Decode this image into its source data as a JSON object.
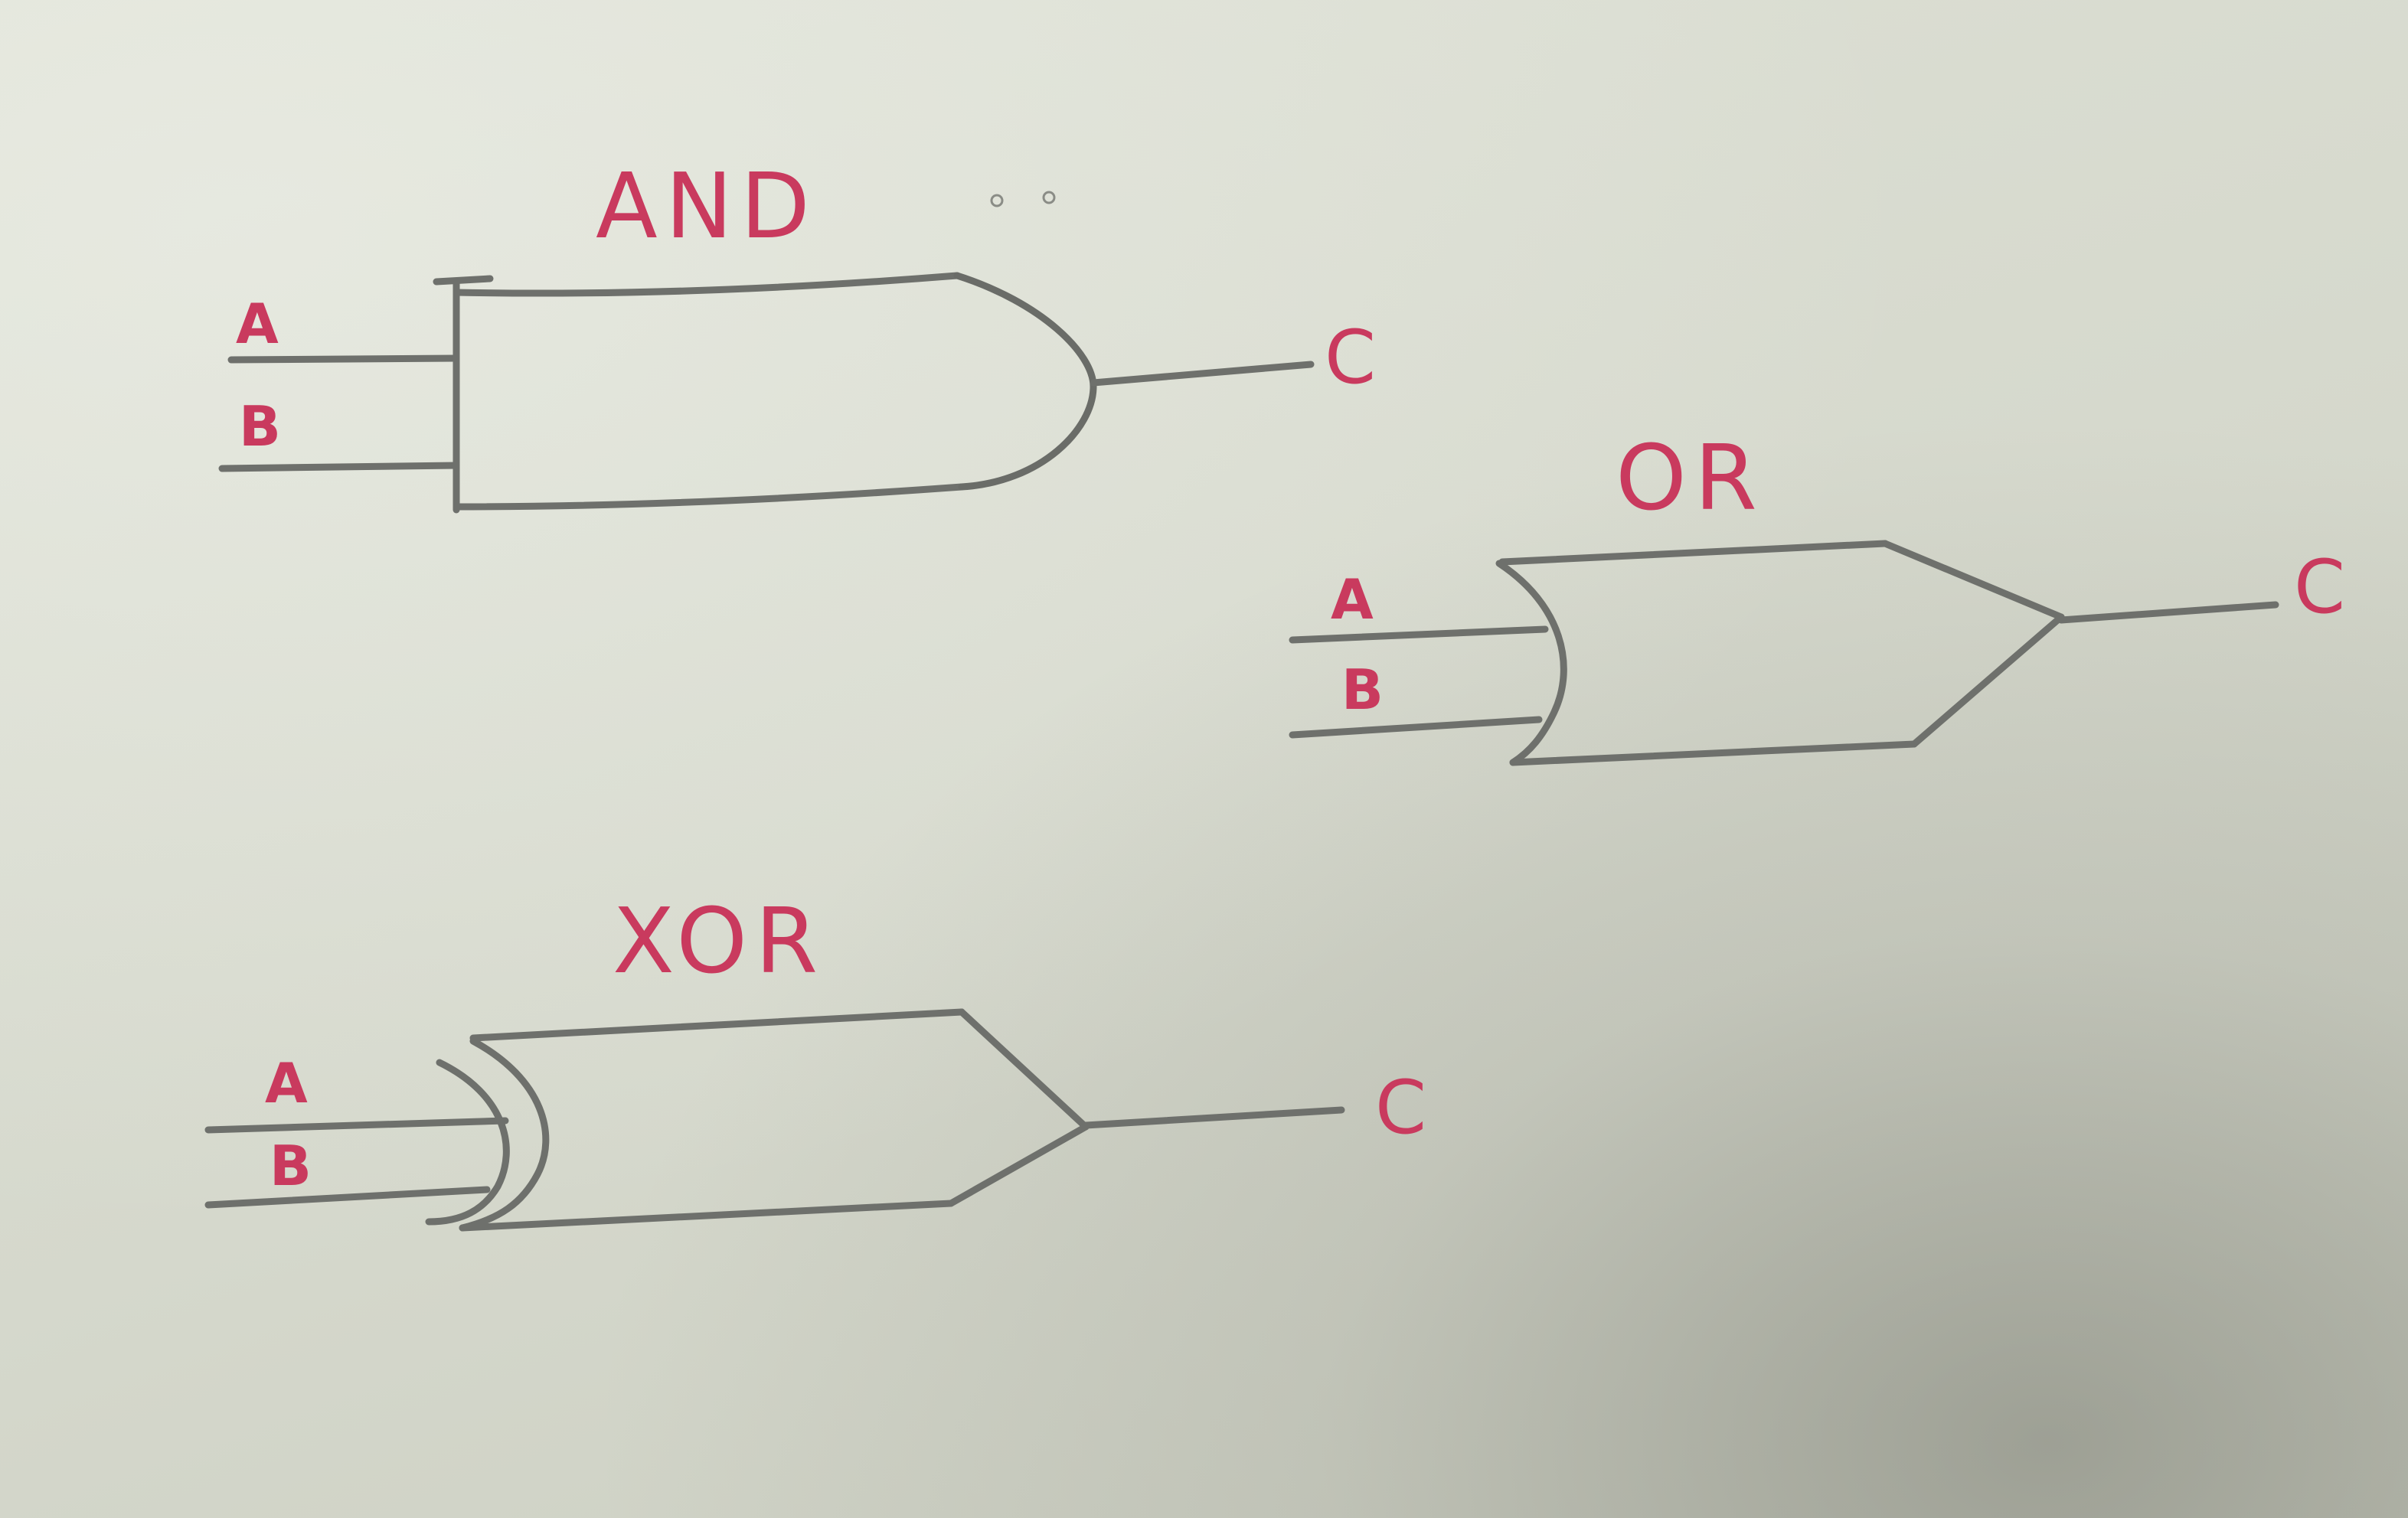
{
  "gates": [
    {
      "id": "and",
      "title": "AND",
      "input_a": "A",
      "input_b": "B",
      "output": "C"
    },
    {
      "id": "or",
      "title": "OR",
      "input_a": "A",
      "input_b": "B",
      "output": "C"
    },
    {
      "id": "xor",
      "title": "XOR",
      "input_a": "A",
      "input_b": "B",
      "output": "C"
    }
  ],
  "colors": {
    "paper": "#d6d9cd",
    "ink_lines": "#6e706c",
    "ink_labels": "#c93a5e"
  }
}
